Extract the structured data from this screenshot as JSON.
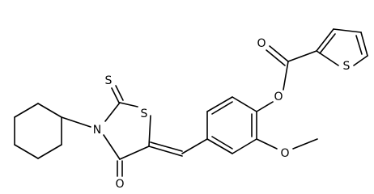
{
  "molecule": {
    "atoms": {
      "s_thione": "S",
      "s_ring": "S",
      "n_ring": "N",
      "o_ring": "O",
      "o_ester_carbonyl": "O",
      "o_ester_link": "O",
      "o_methoxy": "O",
      "s_thiophene": "S"
    },
    "colors": {
      "bond": "#000000",
      "label": "#000000",
      "background": "#ffffff"
    }
  }
}
